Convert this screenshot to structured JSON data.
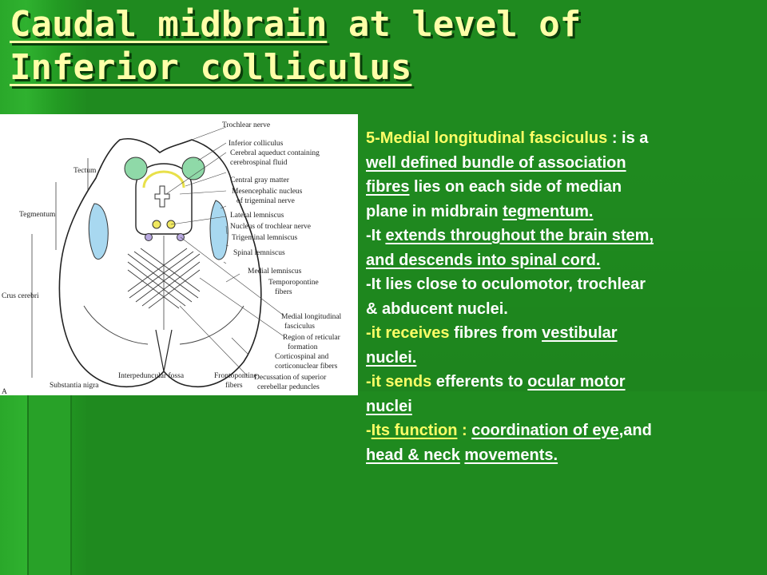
{
  "title": {
    "part1": "Caudal midbrain",
    "part2": " at level of",
    "part3": "Inferior colliculus"
  },
  "figure": {
    "left_labels": [
      "Tectum",
      "Tegmentum",
      "Crus cerebri"
    ],
    "right_labels": [
      "Trochlear nerve",
      "Inferior colliculus",
      "Cerebral aqueduct containing",
      "cerebrospinal fluid",
      "Central gray matter",
      "Mesencephalic nucleus",
      "of trigeminal nerve",
      "Lateral lemniscus",
      "Nucleus of trochlear nerve",
      "Trigeminal lemniscus",
      "Spinal lemniscus",
      "Medial lemniscus",
      "Temporopontine",
      "fibers",
      "Medial longitudinal",
      "fasciculus",
      "Region of reticular",
      "formation",
      "Corticospinal and",
      "corticonuclear fibers",
      "Decussation of superior",
      "cerebellar peduncles"
    ],
    "bottom_labels": [
      "Substantia nigra",
      "Interpeduncular fossa",
      "Frontopontine",
      "fibers"
    ],
    "corner_letter": "A"
  },
  "body": {
    "l1a": "5-Medial longitudinal fasciculus",
    "l1b": " : is a",
    "l2": "well defined bundle of association",
    "l3a": "fibres",
    "l3b": " lies on each side of  median",
    "l4a": "plane in midbrain ",
    "l4b": "tegmentum.",
    "l5a": "-It ",
    "l5b": "extends throughout the brain stem,",
    "l6": "and descends into spinal cord.",
    "l7": "-It lies close to  oculomotor, trochlear",
    "l8": "& abducent  nuclei.",
    "l9a": "-it receives",
    "l9b": " fibres from ",
    "l9c": "vestibular",
    "l10": "nuclei.",
    "l11a": "-it sends",
    "l11b": " efferents to ",
    "l11c": "ocular motor",
    "l12": "nuclei",
    "l13a": "-",
    "l13b": "Its function",
    "l13c": " : ",
    "l13d": "coordination of eye",
    "l13e": ",and",
    "l14a": "head & neck",
    "l14b": " ",
    "l14c": "movements."
  }
}
